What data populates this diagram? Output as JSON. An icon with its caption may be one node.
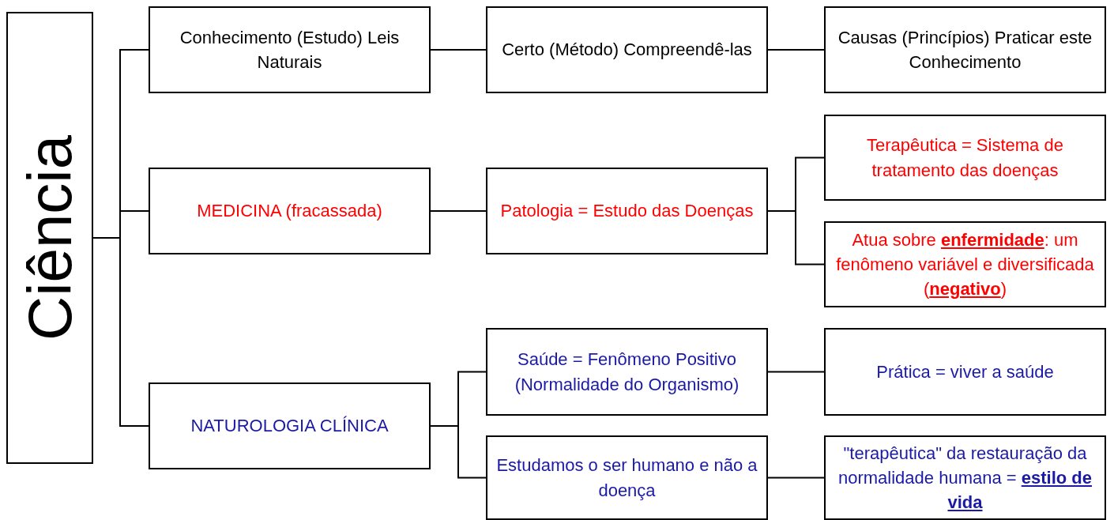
{
  "diagram": {
    "nodes": [
      {
        "text": [
          "Ciência"
        ]
      },
      {
        "text": [
          "Conhecimento (Estudo) Leis Naturais"
        ]
      },
      {
        "text": [
          "Certo (Método) Compreendê-las"
        ]
      },
      {
        "text": [
          "Causas (Princípios) Praticar este Conhecimento"
        ]
      },
      {
        "text": [
          "MEDICINA (fracassada)"
        ]
      },
      {
        "text": [
          "Patologia = Estudo das Doenças"
        ]
      },
      {
        "text": [
          "Terapêutica = Sistema de tratamento das doenças"
        ]
      },
      {
        "text": [
          "Atua sobre **enfermidade**: um fenômeno variável e diversificada (**negativo**)"
        ]
      },
      {
        "text": [
          "NATUROLOGIA CLÍNICA"
        ]
      },
      {
        "text": [
          "Saúde = Fenômeno Positivo (Normalidade do Organismo)"
        ]
      },
      {
        "text": [
          "Estudamos o ser humano e não a doença"
        ]
      },
      {
        "text": [
          "Prática = viver a saúde"
        ]
      },
      {
        "text": [
          "\"terapêutica\" da restauração da normalidade humana = **estilo de vida**"
        ]
      }
    ],
    "edges": [
      {
        "from": 0,
        "to": 1,
        "arrow": "none"
      },
      {
        "from": 0,
        "to": 4,
        "arrow": "none"
      },
      {
        "from": 0,
        "to": 8,
        "arrow": "none"
      },
      {
        "from": 1,
        "to": 2,
        "arrow": "none"
      },
      {
        "from": 2,
        "to": 3,
        "arrow": "none"
      },
      {
        "from": 4,
        "to": 5,
        "arrow": "none"
      },
      {
        "from": 5,
        "to": 6,
        "arrow": "none"
      },
      {
        "from": 5,
        "to": 7,
        "arrow": "none"
      },
      {
        "from": 8,
        "to": 9,
        "arrow": "none"
      },
      {
        "from": 8,
        "to": 10,
        "arrow": "none"
      },
      {
        "from": 9,
        "to": 11,
        "arrow": "none"
      },
      {
        "from": 10,
        "to": 12,
        "arrow": "none"
      }
    ]
  }
}
